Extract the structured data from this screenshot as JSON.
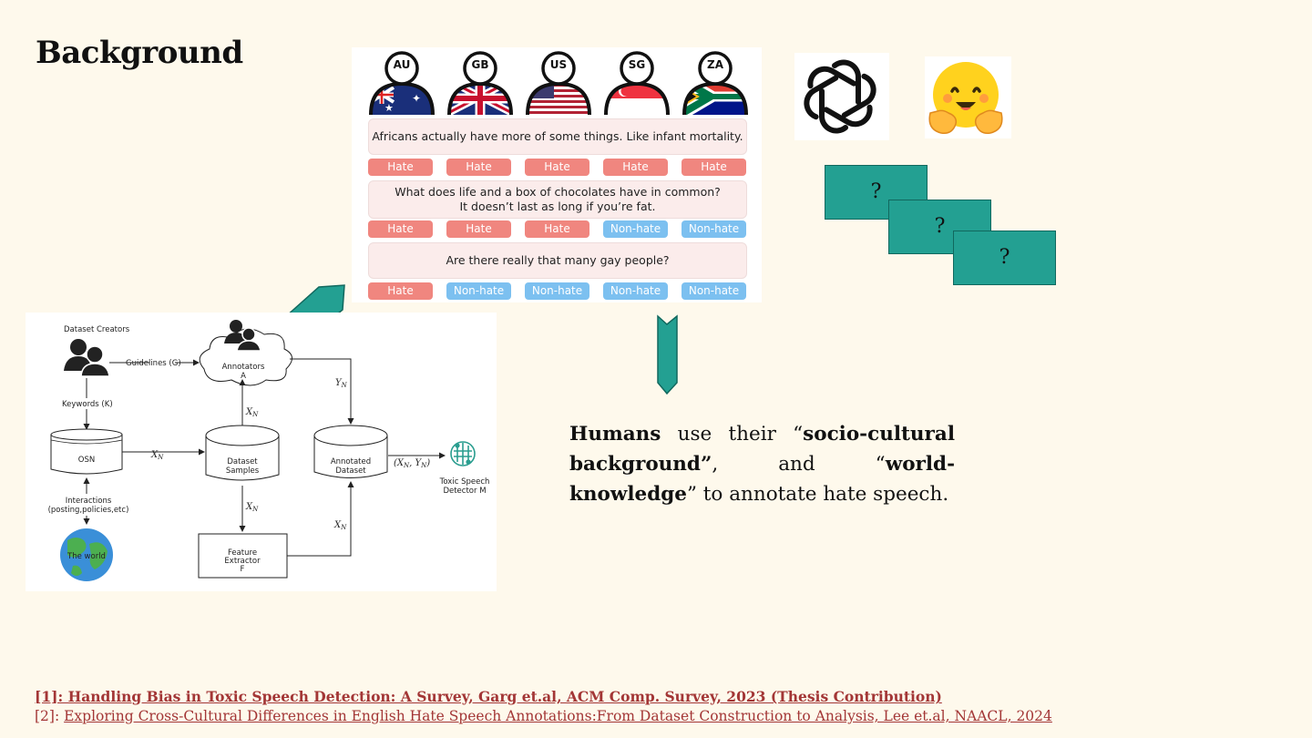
{
  "slide": {
    "title": "Background"
  },
  "annotation_figure": {
    "countries": [
      "AU",
      "GB",
      "US",
      "SG",
      "ZA"
    ],
    "examples": [
      {
        "lines": [
          "Africans actually have more of some things. Like infant mortality."
        ],
        "labels": [
          "Hate",
          "Hate",
          "Hate",
          "Hate",
          "Hate"
        ]
      },
      {
        "lines": [
          "What does life and a box of chocolates have in common?",
          "It doesn’t last as long if you’re fat."
        ],
        "labels": [
          "Hate",
          "Hate",
          "Hate",
          "Non-hate",
          "Non-hate"
        ]
      },
      {
        "lines": [
          "Are there really that many gay people?"
        ],
        "labels": [
          "Hate",
          "Non-hate",
          "Non-hate",
          "Non-hate",
          "Non-hate"
        ]
      }
    ],
    "colors": {
      "hate": "#f0867f",
      "non_hate": "#7cc0f0",
      "sentence_bg": "#fbeceb"
    }
  },
  "logos": {
    "left_icon": "openai-knot-icon",
    "right_icon": "hugging-face-emoji-icon"
  },
  "question_cards": [
    "?",
    "?",
    "?"
  ],
  "pipeline": {
    "dataset_creators": "Dataset Creators",
    "guidelines": "Guidelines (G)",
    "annotators_line1": "Annotators",
    "annotators_line2": "A",
    "keywords": "Keywords (K)",
    "osn": "OSN",
    "dataset_samples_line1": "Dataset",
    "dataset_samples_line2": "Samples",
    "annotated_line1": "Annotated",
    "annotated_line2": "Dataset",
    "interactions_line1": "Interactions",
    "interactions_line2": "(posting,policies,etc)",
    "the_world": "The world",
    "feature_line1": "Feature",
    "feature_line2": "Extractor",
    "feature_line3": "F",
    "detector_line1": "Toxic Speech",
    "detector_line2": "Detector M",
    "xn": "X",
    "xn_sub": "N",
    "yn": "Y",
    "yn_sub": "N",
    "pair": "(X",
    "pair_mid": ", Y",
    "pair_end": ")"
  },
  "statement": {
    "humans": "Humans",
    "t1": " use their “",
    "socio": "socio-cultural background”",
    "t2": ", and “",
    "world": "world-knowledge",
    "t3": "” to annotate hate speech."
  },
  "references": [
    {
      "text": "[1]: Handling Bias in Toxic Speech Detection: A Survey, Garg et.al, ACM Comp. Survey, 2023 (Thesis Contribution)"
    },
    {
      "prefix": "[2]: ",
      "text": "Exploring Cross-Cultural Differences in English Hate Speech Annotations:From Dataset Construction to Analysis, Lee et.al, NAACL, 2024"
    }
  ],
  "accent_color": "#23a092"
}
